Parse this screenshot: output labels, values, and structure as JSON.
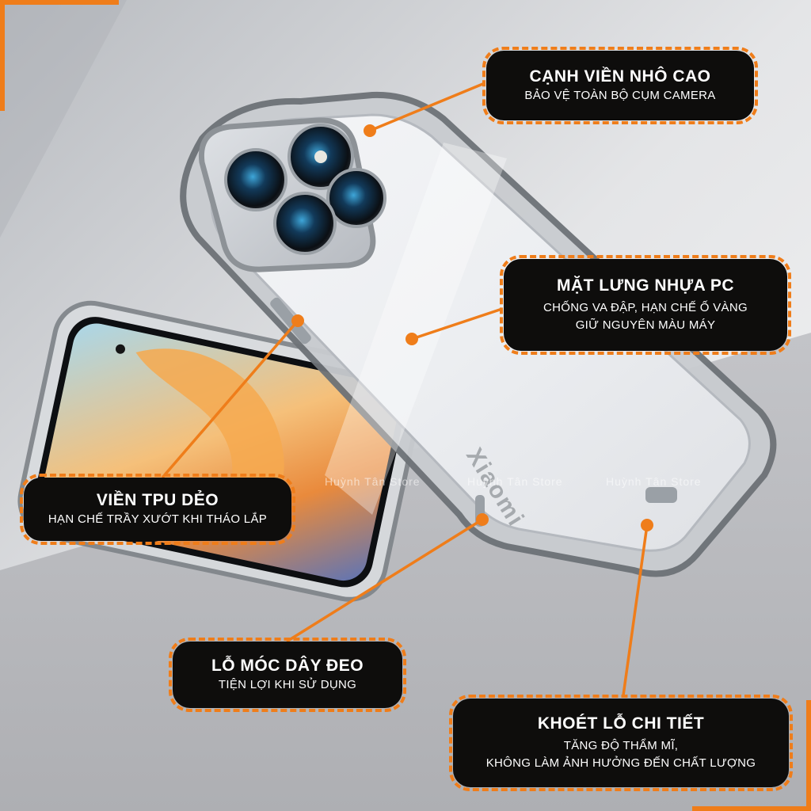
{
  "colors": {
    "accent": "#ef7d1a",
    "callout_bg": "#0e0d0c",
    "callout_text": "#ffffff"
  },
  "callouts": [
    {
      "title": "CẠNH VIỀN NHÔ CAO",
      "lines": [
        "BẢO VỆ TOÀN BỘ CỤM CAMERA"
      ]
    },
    {
      "title": "MẶT LƯNG NHỰA PC",
      "lines": [
        "CHỐNG VA ĐẬP, HẠN CHẾ Ố VÀNG",
        "GIỮ NGUYÊN MÀU MÁY"
      ]
    },
    {
      "title": "VIỀN TPU DẺO",
      "lines": [
        "HẠN CHẾ TRẦY XƯỚT KHI THÁO LẮP"
      ]
    },
    {
      "title": "LỖ MÓC DÂY ĐEO",
      "lines": [
        "TIỆN LỢI KHI SỬ DỤNG"
      ]
    },
    {
      "title": "KHOÉT LỖ CHI TIẾT",
      "lines": [
        "TĂNG ĐỘ THẨM MĨ,",
        "KHÔNG LÀM ẢNH HƯỞNG ĐẾN CHẤT LƯỢNG"
      ]
    }
  ],
  "phone_brand": "Xiaomi",
  "watermark": "Huỳnh Tân Store"
}
